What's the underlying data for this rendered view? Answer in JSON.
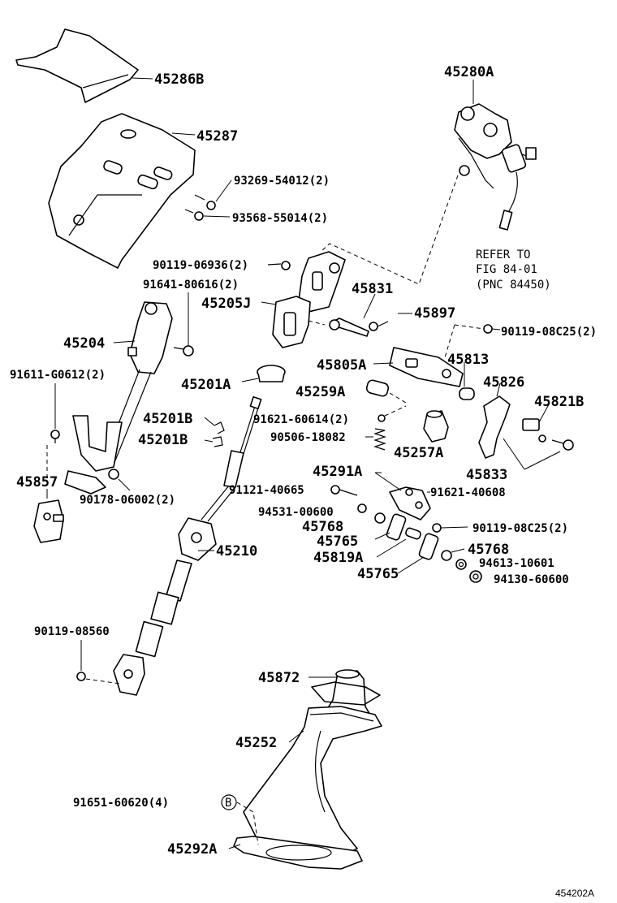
{
  "labels": {
    "p45286B": "45286B",
    "p45287": "45287",
    "p93269": "93269-54012(2)",
    "p93568": "93568-55014(2)",
    "p45280A": "45280A",
    "refer1": "REFER TO",
    "refer2": "FIG 84-01",
    "refer3": "(PNC 84450)",
    "p90119_06936": "90119-06936(2)",
    "p91641": "91641-80616(2)",
    "p45831": "45831",
    "p45205J": "45205J",
    "p45897": "45897",
    "p90119_08C25a": "90119-08C25(2)",
    "p45204": "45204",
    "p45805A": "45805A",
    "p45813": "45813",
    "p91611": "91611-G0612(2)",
    "p45201A": "45201A",
    "p45259A": "45259A",
    "p45826": "45826",
    "p45821B": "45821B",
    "p45201Ba": "45201B",
    "p91621_60614": "91621-60614(2)",
    "p45201Bb": "45201B",
    "p90506": "90506-18082",
    "p45257A": "45257A",
    "p45833": "45833",
    "p45857": "45857",
    "p45291A": "45291A",
    "p90178": "90178-06002(2)",
    "p91121": "91121-40665",
    "p91621_40608": "91621-40608",
    "p94531": "94531-00600",
    "p45768a": "45768",
    "p90119_08C25b": "90119-08C25(2)",
    "p45765a": "45765",
    "p45768b": "45768",
    "p45210": "45210",
    "p45819A": "45819A",
    "p94613": "94613-10601",
    "p45765b": "45765",
    "p94130": "94130-60600",
    "p90119_08560": "90119-08560",
    "p45872": "45872",
    "p45252": "45252",
    "p91651": "91651-60620(4)",
    "markerB": "B",
    "p45292A": "45292A",
    "figure_id": "454202A"
  }
}
